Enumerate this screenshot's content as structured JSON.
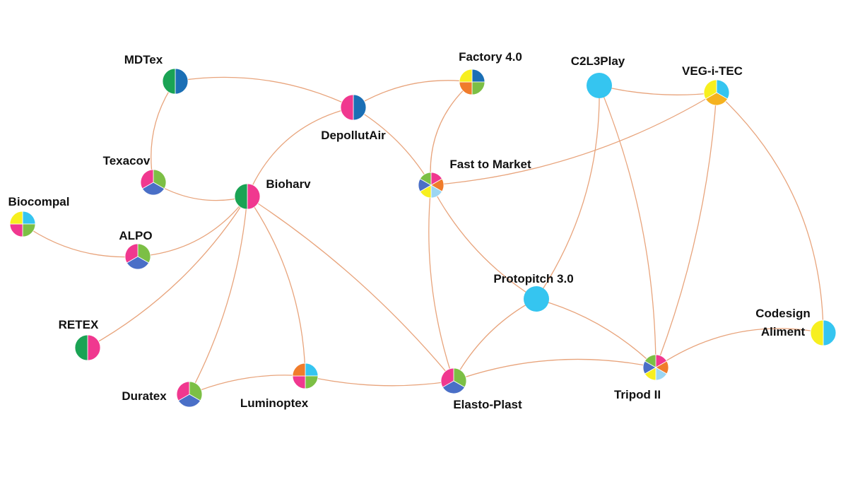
{
  "colors": {
    "green": "#1aa354",
    "blue": "#1b6fb5",
    "pink": "#f0388f",
    "lightgreen": "#7cbf45",
    "slate": "#4a6fc7",
    "yellow": "#f7ef1f",
    "orange": "#f07c2b",
    "cyan": "#35c5f0",
    "amber": "#f5b21f",
    "paleblue": "#9cd6f2",
    "edge": "#e8a47c"
  },
  "nodes": [
    {
      "id": "mdtex",
      "label": "MDTex",
      "colors": [
        "blue",
        "green"
      ],
      "start": 0
    },
    {
      "id": "texacov",
      "label": "Texacov",
      "colors": [
        "lightgreen",
        "slate",
        "pink"
      ],
      "start": 0
    },
    {
      "id": "biocompal",
      "label": "Biocompal",
      "colors": [
        "cyan",
        "lightgreen",
        "pink",
        "yellow"
      ],
      "start": 0
    },
    {
      "id": "alpo",
      "label": "ALPO",
      "colors": [
        "lightgreen",
        "slate",
        "pink"
      ],
      "start": 0
    },
    {
      "id": "retex",
      "label": "RETEX",
      "colors": [
        "pink",
        "green"
      ],
      "start": 0
    },
    {
      "id": "duratex",
      "label": "Duratex",
      "colors": [
        "lightgreen",
        "slate",
        "pink"
      ],
      "start": 0
    },
    {
      "id": "luminoptex",
      "label": "Luminoptex",
      "colors": [
        "cyan",
        "lightgreen",
        "pink",
        "orange"
      ],
      "start": 0
    },
    {
      "id": "bioharv",
      "label": "Bioharv",
      "colors": [
        "pink",
        "green"
      ],
      "start": 0
    },
    {
      "id": "depollutair",
      "label": "DepollutAir",
      "colors": [
        "blue",
        "pink"
      ],
      "start": 0
    },
    {
      "id": "factory",
      "label": "Factory 4.0",
      "colors": [
        "blue",
        "lightgreen",
        "orange",
        "yellow"
      ],
      "start": 0
    },
    {
      "id": "fasttomarket",
      "label": "Fast to Market",
      "colors": [
        "pink",
        "orange",
        "paleblue",
        "yellow",
        "slate",
        "lightgreen"
      ],
      "start": 0
    },
    {
      "id": "elastoplast",
      "label": "Elasto-Plast",
      "colors": [
        "lightgreen",
        "slate",
        "pink"
      ],
      "start": 0
    },
    {
      "id": "protopitch",
      "label": "Protopitch 3.0",
      "colors": [
        "cyan"
      ],
      "start": 0
    },
    {
      "id": "c2l3play",
      "label": "C2L3Play",
      "colors": [
        "cyan"
      ],
      "start": 0
    },
    {
      "id": "vegitec",
      "label": "VEG-i-TEC",
      "colors": [
        "cyan",
        "amber",
        "yellow"
      ],
      "start": 0
    },
    {
      "id": "tripod",
      "label": "Tripod II",
      "colors": [
        "pink",
        "orange",
        "paleblue",
        "yellow",
        "slate",
        "lightgreen"
      ],
      "start": 0
    },
    {
      "id": "codesign",
      "label": "Codesign\nAliment",
      "colors": [
        "cyan",
        "yellow"
      ],
      "start": 0
    }
  ],
  "edges": [
    [
      "mdtex",
      "texacov"
    ],
    [
      "mdtex",
      "depollutair"
    ],
    [
      "texacov",
      "bioharv"
    ],
    [
      "biocompal",
      "alpo"
    ],
    [
      "alpo",
      "bioharv"
    ],
    [
      "retex",
      "bioharv"
    ],
    [
      "duratex",
      "bioharv"
    ],
    [
      "duratex",
      "luminoptex"
    ],
    [
      "luminoptex",
      "bioharv"
    ],
    [
      "luminoptex",
      "elastoplast"
    ],
    [
      "bioharv",
      "depollutair"
    ],
    [
      "bioharv",
      "elastoplast"
    ],
    [
      "depollutair",
      "factory"
    ],
    [
      "depollutair",
      "fasttomarket"
    ],
    [
      "factory",
      "fasttomarket"
    ],
    [
      "fasttomarket",
      "vegitec"
    ],
    [
      "fasttomarket",
      "elastoplast"
    ],
    [
      "fasttomarket",
      "protopitch"
    ],
    [
      "c2l3play",
      "vegitec"
    ],
    [
      "c2l3play",
      "protopitch"
    ],
    [
      "c2l3play",
      "tripod"
    ],
    [
      "vegitec",
      "tripod"
    ],
    [
      "vegitec",
      "codesign"
    ],
    [
      "protopitch",
      "elastoplast"
    ],
    [
      "protopitch",
      "tripod"
    ],
    [
      "elastoplast",
      "tripod"
    ],
    [
      "tripod",
      "codesign"
    ]
  ]
}
